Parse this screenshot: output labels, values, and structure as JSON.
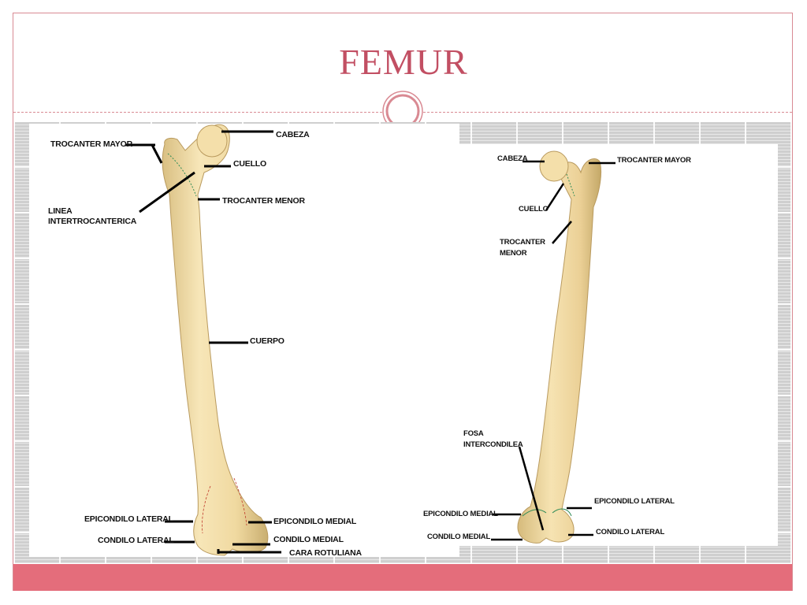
{
  "slide": {
    "title": "FEMUR",
    "colors": {
      "accent": "#c24f63",
      "footer": "#e46d7b",
      "bone": "#f2dca8",
      "bone_shadow": "#cdb37a"
    }
  },
  "anterior_view": {
    "labels": {
      "trocanter_mayor": "TROCANTER MAYOR",
      "cabeza": "CABEZA",
      "cuello": "CUELLO",
      "linea_intertrocanterica": "LINEA\nINTERTROCANTERICA",
      "trocanter_menor": "TROCANTER MENOR",
      "cuerpo": "CUERPO",
      "epicondilo_lateral": "EPICONDILO LATERAL",
      "epicondilo_medial": "EPICONDILO MEDIAL",
      "condilo_lateral": "CONDILO LATERAL",
      "condilo_medial": "CONDILO MEDIAL",
      "cara_rotuliana": "CARA ROTULIANA"
    }
  },
  "posterior_view": {
    "labels": {
      "cabeza": "CABEZA",
      "trocanter_mayor": "TROCANTER MAYOR",
      "cuello": "CUELLO",
      "trocanter_menor": "TROCANTER\nMENOR",
      "fosa_intercondilea": "FOSA\nINTERCONDILEA",
      "epicondilo_lateral": "EPICONDILO LATERAL",
      "epicondilo_medial": "EPICONDILO MEDIAL",
      "condilo_lateral": "CONDILO LATERAL",
      "condilo_medial": "CONDILO MEDIAL"
    }
  }
}
